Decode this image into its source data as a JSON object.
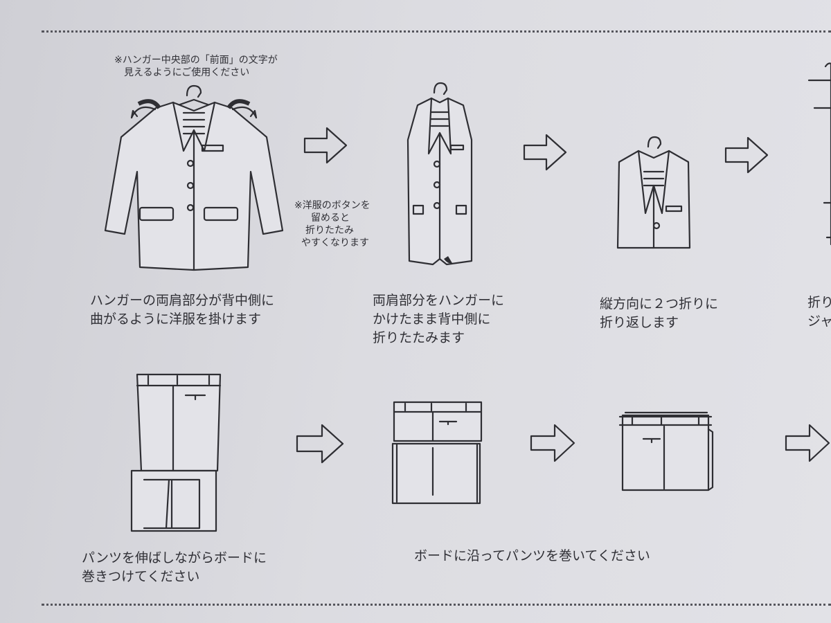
{
  "notes": {
    "hanger_front": [
      "※ハンガー中央部の「前面」の文字が",
      "見えるようにご使用ください"
    ],
    "buttons": [
      "※洋服のボタンを",
      "留めると",
      "折りたたみ",
      "やすくなります"
    ]
  },
  "steps_top": [
    {
      "lines": [
        "ハンガーの両肩部分が背中側に",
        "曲がるように洋服を掛けます"
      ]
    },
    {
      "lines": [
        "両肩部分をハンガーに",
        "かけたまま背中側に",
        "折りたたみます"
      ]
    },
    {
      "lines": [
        "縦方向に２つ折りに",
        "折り返します"
      ]
    },
    {
      "lines": [
        "折り",
        "ジャ"
      ]
    }
  ],
  "steps_bottom": [
    {
      "lines": [
        "パンツを伸ばしながらボードに",
        "巻きつけてください"
      ]
    },
    {
      "lines": [
        "ボードに沿ってパンツを巻いてください"
      ]
    }
  ]
}
